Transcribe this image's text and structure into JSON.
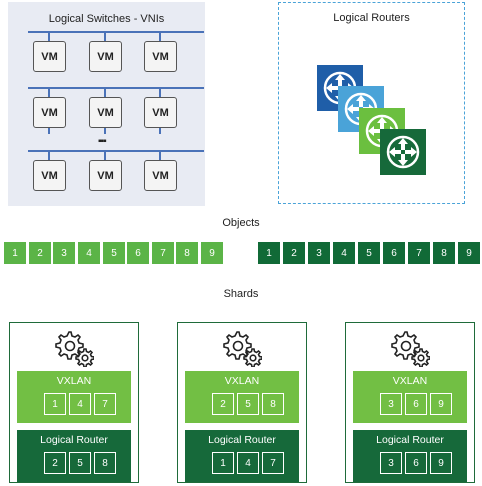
{
  "switches": {
    "title": "Logical Switches - VNIs",
    "vm_label": "VM",
    "ellipsis": "▪▪▪"
  },
  "routers": {
    "title": "Logical Routers",
    "colors": [
      "#1f5ea8",
      "#4aa3d8",
      "#6bbf3f",
      "#16693a"
    ]
  },
  "objects": {
    "label": "Objects",
    "light_group": [
      "1",
      "2",
      "3",
      "4",
      "5",
      "6",
      "7",
      "8",
      "9"
    ],
    "dark_group": [
      "1",
      "2",
      "3",
      "4",
      "5",
      "6",
      "7",
      "8",
      "9"
    ],
    "light_color": "#5bb447",
    "dark_color": "#116a37"
  },
  "shards": {
    "label": "Shards",
    "items": [
      {
        "vxlan_title": "VXLAN",
        "vxlan": [
          "1",
          "4",
          "7"
        ],
        "router_title": "Logical Router",
        "router": [
          "2",
          "5",
          "8"
        ]
      },
      {
        "vxlan_title": "VXLAN",
        "vxlan": [
          "2",
          "5",
          "8"
        ],
        "router_title": "Logical Router",
        "router": [
          "1",
          "4",
          "7"
        ]
      },
      {
        "vxlan_title": "VXLAN",
        "vxlan": [
          "3",
          "6",
          "9"
        ],
        "router_title": "Logical Router",
        "router": [
          "3",
          "6",
          "9"
        ]
      }
    ]
  }
}
